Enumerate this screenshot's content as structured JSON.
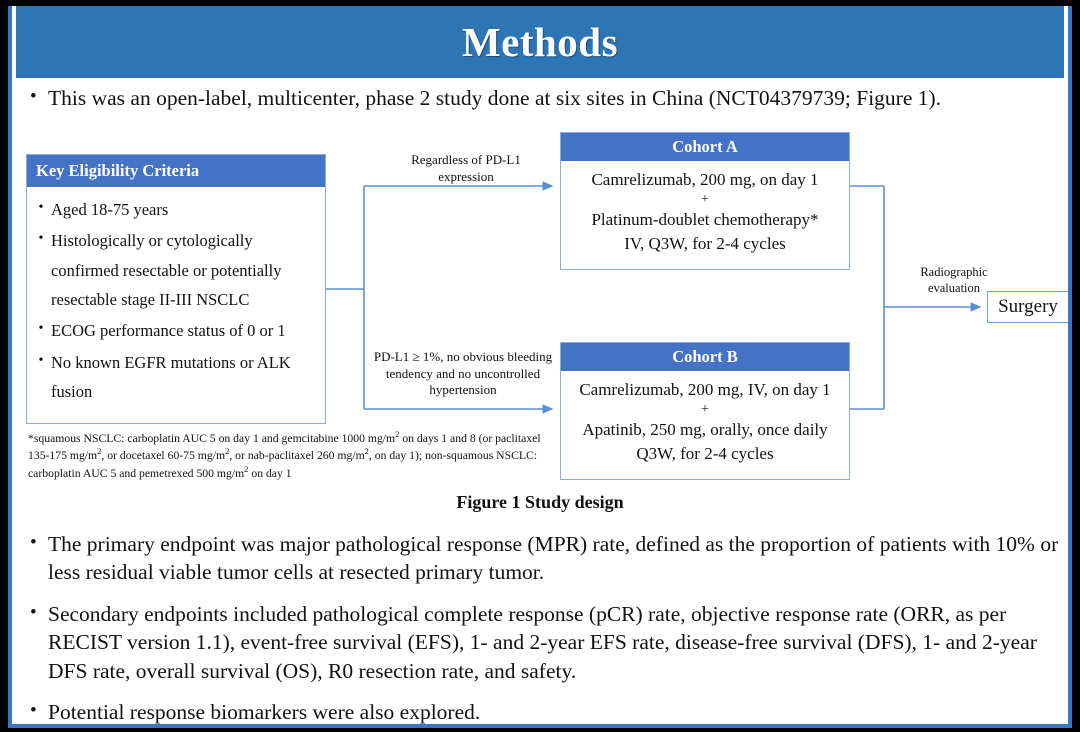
{
  "slide": {
    "title": "Methods",
    "lead_bullet": "This was an open-label, multicenter, phase 2 study done at six sites in China (NCT04379739; Figure 1).",
    "bullet_marker": "•"
  },
  "colors": {
    "banner_blue": "#2E75B6",
    "box_header_blue": "#4472C4",
    "box_border_blue": "#8FAADC",
    "connector_blue": "#5B8FD4",
    "frame_black": "#000000",
    "text_black": "#111111"
  },
  "figure": {
    "caption": "Figure 1 Study design",
    "eligibility": {
      "header": "Key  Eligibility Criteria",
      "items": [
        "Aged 18-75 years",
        "Histologically or cytologically confirmed resectable or potentially resectable stage II-III  NSCLC",
        "ECOG performance status of 0 or 1",
        "No known EGFR mutations or ALK fusion"
      ]
    },
    "footnote": "*squamous NSCLC: carboplatin AUC 5 on day 1 and gemcitabine 1000 mg/m2 on days 1 and 8 (or paclitaxel 135-175 mg/m2, or docetaxel 60-75 mg/m2, or nab-paclitaxel 260 mg/m2, on day 1); non-squamous NSCLC: carboplatin AUC 5 and pemetrexed 500 mg/m2 on day 1",
    "cohort_a": {
      "header": "Cohort A",
      "line1": "Camrelizumab, 200 mg, on day 1",
      "plus": "+",
      "line2": "Platinum-doublet chemotherapy*",
      "line3": "IV, Q3W, for 2-4 cycles"
    },
    "cohort_b": {
      "header": "Cohort B",
      "line1": "Camrelizumab, 200 mg, IV, on day 1",
      "plus": "+",
      "line2": "Apatinib, 250 mg, orally, once daily",
      "line3": "Q3W, for 2-4 cycles"
    },
    "connector_top_label": "Regardless  of PD-L1 expression",
    "connector_bottom_label": "PD-L1 ≥ 1%, no obvious bleeding tendency and no uncontrolled  hypertension",
    "connector_right_label": "Radiographic evaluation",
    "surgery_label": "Surgery"
  },
  "endpoints": [
    "The primary endpoint was major pathological response (MPR) rate, defined as the proportion of patients with 10% or less residual viable tumor cells at resected primary tumor.",
    "Secondary endpoints included pathological complete response (pCR) rate, objective response rate (ORR, as per RECIST version 1.1), event-free survival (EFS), 1- and 2-year EFS rate, disease-free survival (DFS), 1- and 2-year DFS rate, overall survival (OS), R0 resection rate, and safety.",
    "Potential response biomarkers were also explored."
  ]
}
